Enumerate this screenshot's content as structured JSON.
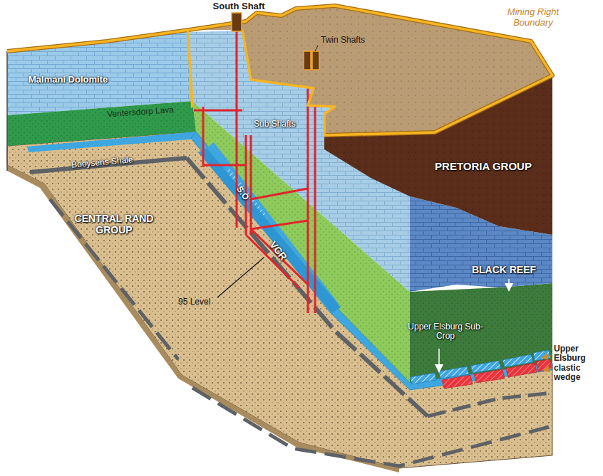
{
  "diagram": {
    "labels": [
      "South Shaft",
      "Twin Shafts",
      "Mining Right Boundary",
      "Malmani Dolomite",
      "Ventersdorp Lava",
      "Sub Shafts",
      "Booysens Shale",
      "CENTRAL RAND GROUP",
      "S.O",
      "VCR",
      "PRETORIA GROUP",
      "BLACK REEF",
      "95 Level",
      "Upper Elsburg Sub-Crop",
      "Upper Elsburg clastic wedge"
    ]
  }
}
